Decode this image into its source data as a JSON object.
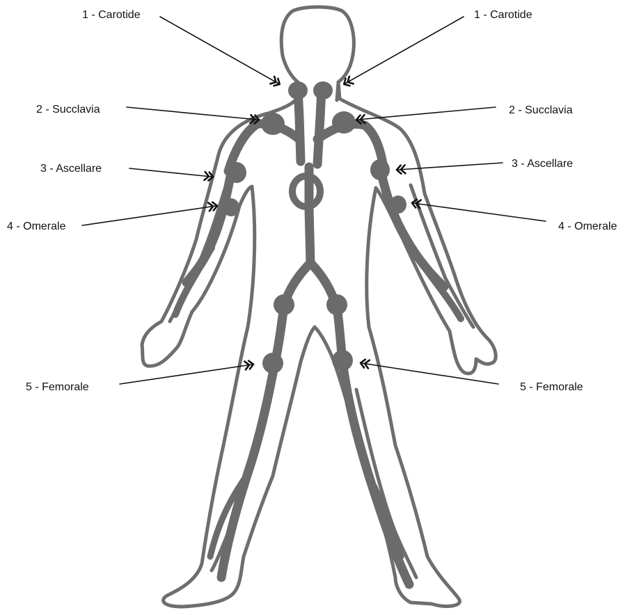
{
  "colors": {
    "outline": "#6e6e6e",
    "vessel": "#6b6b6b",
    "label": "#111111",
    "arrow": "#111111",
    "background": "#ffffff"
  },
  "labels": {
    "carotide_left": "1 - Carotide",
    "carotide_right": "1 - Carotide",
    "succlavia_left": "2 - Succlavia",
    "succlavia_right": "2 - Succlavia",
    "ascellare_left": "3 - Ascellare",
    "ascellare_right": "3 - Ascellare",
    "omerale_left": "4 - Omerale",
    "omerale_right": "4 - Omerale",
    "femorale_left": "5 - Femorale",
    "femorale_right": "5 - Femorale"
  }
}
